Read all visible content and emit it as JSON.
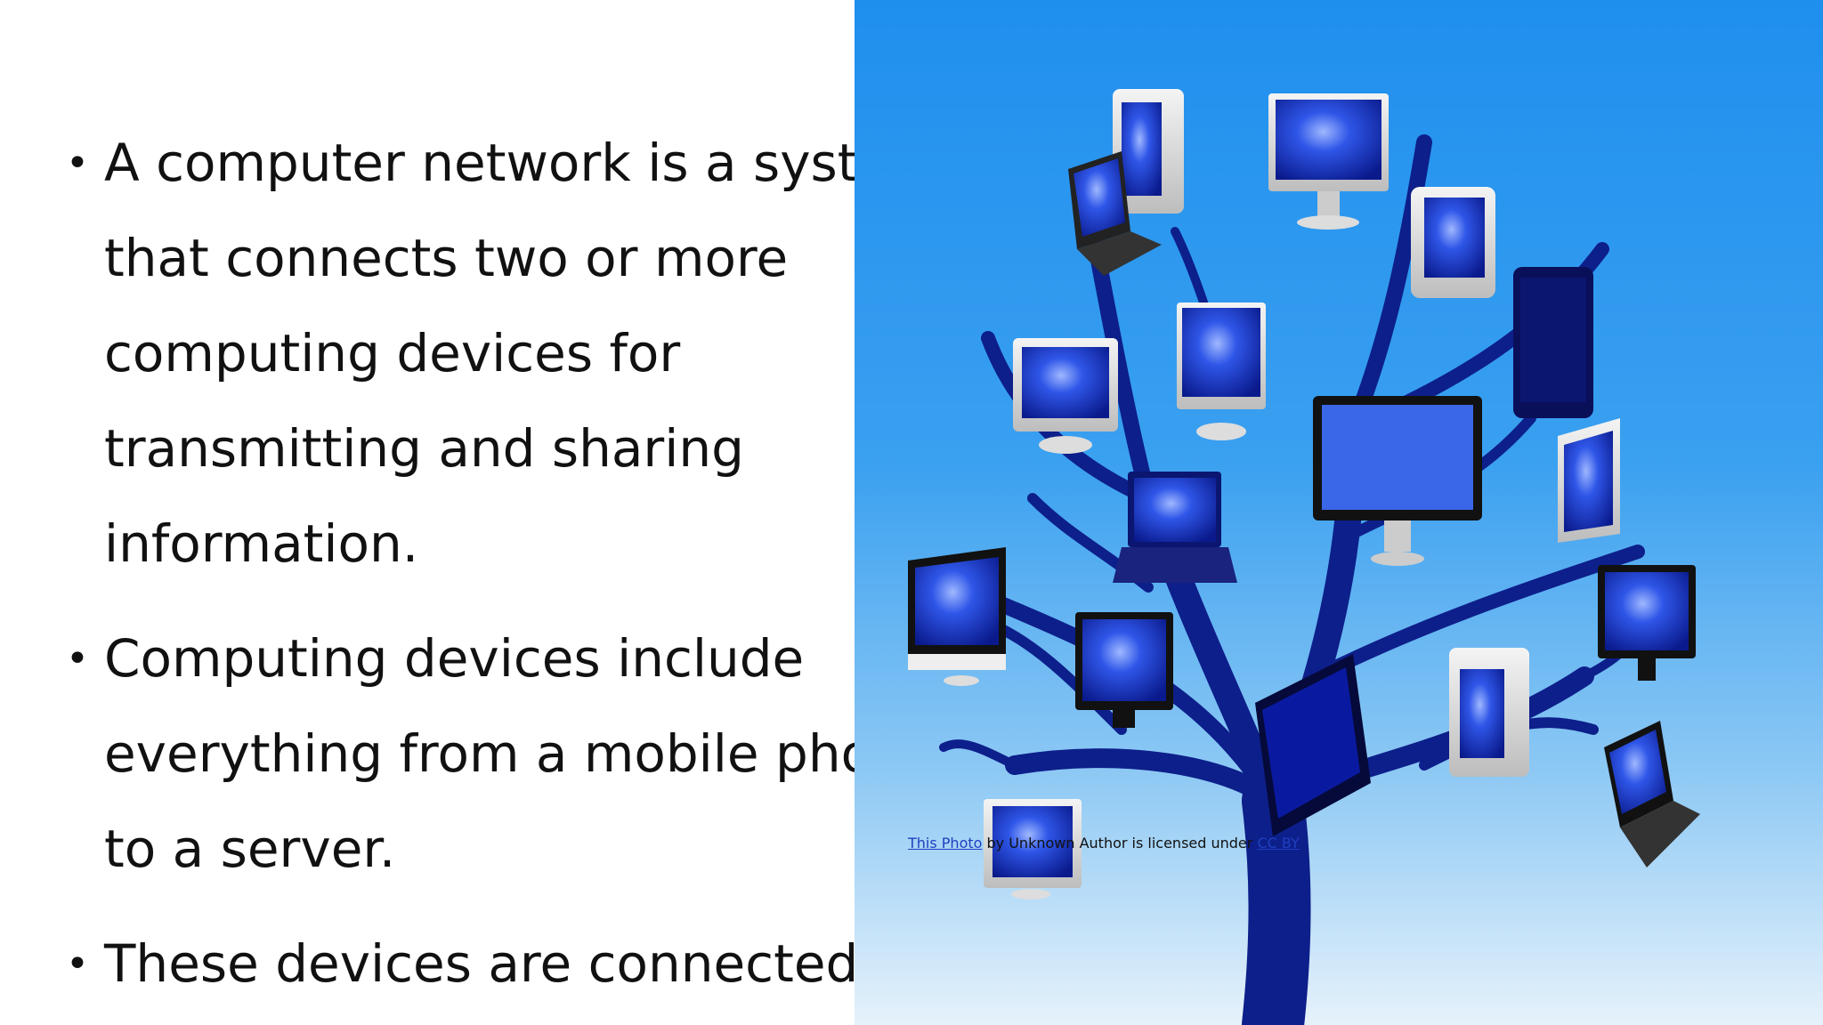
{
  "slide": {
    "bullets": [
      {
        "lines": [
          "A computer network is a system",
          "that connects two or more",
          "computing devices for",
          "transmitting and sharing",
          "information."
        ]
      },
      {
        "lines": [
          " Computing devices include",
          "everything from a mobile phone",
          "to a server."
        ]
      },
      {
        "lines": [
          " These devices are connected"
        ]
      }
    ],
    "bullet_glyph": "•",
    "image_caption": {
      "link_text": "This Photo",
      "middle_text": " by Unknown Author is licensed under ",
      "license_text": "CC BY"
    },
    "image_subject": "tree-of-computers-illustration"
  },
  "colors": {
    "sky_top": "#1f8fee",
    "tree_blue": "#0d1f8a",
    "screen_blue": "#1a3fd0",
    "text": "#111111"
  }
}
